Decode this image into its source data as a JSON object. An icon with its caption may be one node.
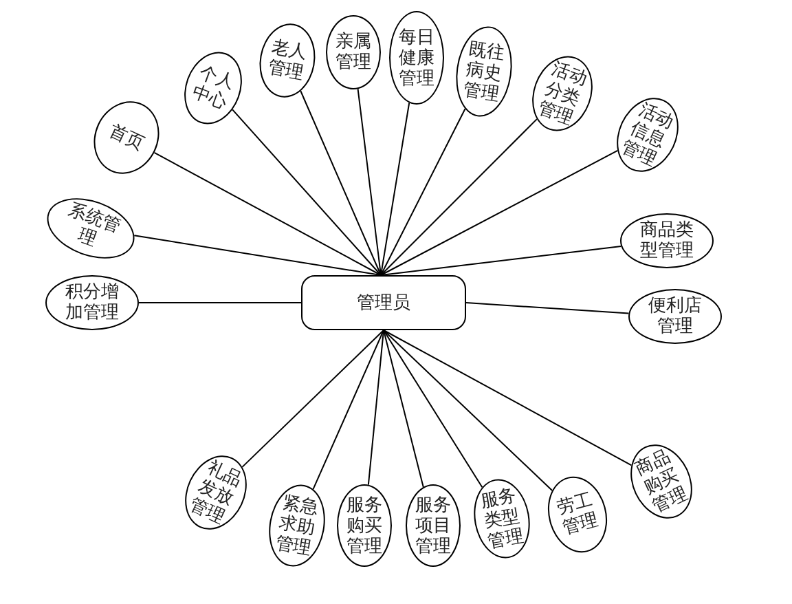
{
  "diagram": {
    "nodes": [
      {
        "text": [
          "管理员"
        ]
      },
      {
        "text": [
          "首页"
        ]
      },
      {
        "text": [
          "个人中心"
        ]
      },
      {
        "text": [
          "老人管理"
        ]
      },
      {
        "text": [
          "亲属管理"
        ]
      },
      {
        "text": [
          "每日健康管理"
        ]
      },
      {
        "text": [
          "既往病史管理"
        ]
      },
      {
        "text": [
          "活动分类管理"
        ]
      },
      {
        "text": [
          "活动信息管理"
        ]
      },
      {
        "text": [
          "系统管理"
        ]
      },
      {
        "text": [
          "积分增加管理"
        ]
      },
      {
        "text": [
          "商品类型管理"
        ]
      },
      {
        "text": [
          "便利店管理"
        ]
      },
      {
        "text": [
          "礼品发放管理"
        ]
      },
      {
        "text": [
          "紧急求助管理"
        ]
      },
      {
        "text": [
          "服务购买管理"
        ]
      },
      {
        "text": [
          "服务项目管理"
        ]
      },
      {
        "text": [
          "服务类型管理"
        ]
      },
      {
        "text": [
          "劳工管理"
        ]
      },
      {
        "text": [
          "商品购买管理"
        ]
      }
    ],
    "edges": [
      {
        "from": 0,
        "to": 1,
        "arrow": "none"
      },
      {
        "from": 0,
        "to": 2,
        "arrow": "none"
      },
      {
        "from": 0,
        "to": 3,
        "arrow": "none"
      },
      {
        "from": 0,
        "to": 4,
        "arrow": "none"
      },
      {
        "from": 0,
        "to": 5,
        "arrow": "none"
      },
      {
        "from": 0,
        "to": 6,
        "arrow": "none"
      },
      {
        "from": 0,
        "to": 7,
        "arrow": "none"
      },
      {
        "from": 0,
        "to": 8,
        "arrow": "none"
      },
      {
        "from": 0,
        "to": 9,
        "arrow": "none"
      },
      {
        "from": 0,
        "to": 10,
        "arrow": "none"
      },
      {
        "from": 0,
        "to": 11,
        "arrow": "none"
      },
      {
        "from": 0,
        "to": 12,
        "arrow": "none"
      },
      {
        "from": 0,
        "to": 13,
        "arrow": "none"
      },
      {
        "from": 0,
        "to": 14,
        "arrow": "none"
      },
      {
        "from": 0,
        "to": 15,
        "arrow": "none"
      },
      {
        "from": 0,
        "to": 16,
        "arrow": "none"
      },
      {
        "from": 0,
        "to": 17,
        "arrow": "none"
      },
      {
        "from": 0,
        "to": 18,
        "arrow": "none"
      },
      {
        "from": 0,
        "to": 19,
        "arrow": "none"
      }
    ]
  }
}
